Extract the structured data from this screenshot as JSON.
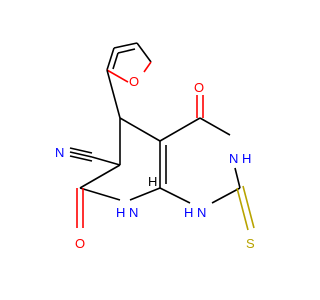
{
  "colors": {
    "background": "#ffffff",
    "bond": "#000000",
    "oxygen": "#ff0000",
    "nitrogen": "#0000ff",
    "sulfur": "#b8a300"
  },
  "atoms": {
    "furan_o": "O",
    "nitrile_n": "N",
    "keto_o_top": "O",
    "nh_right": "N",
    "nh_right_h": "H",
    "thione_s": "S",
    "keto_o_left": "O",
    "nh_bottom_left_h": "H",
    "nh_bottom_left": "N",
    "nh_bottom_right_h": "H",
    "nh_bottom_right": "N",
    "ring_h": "H"
  }
}
